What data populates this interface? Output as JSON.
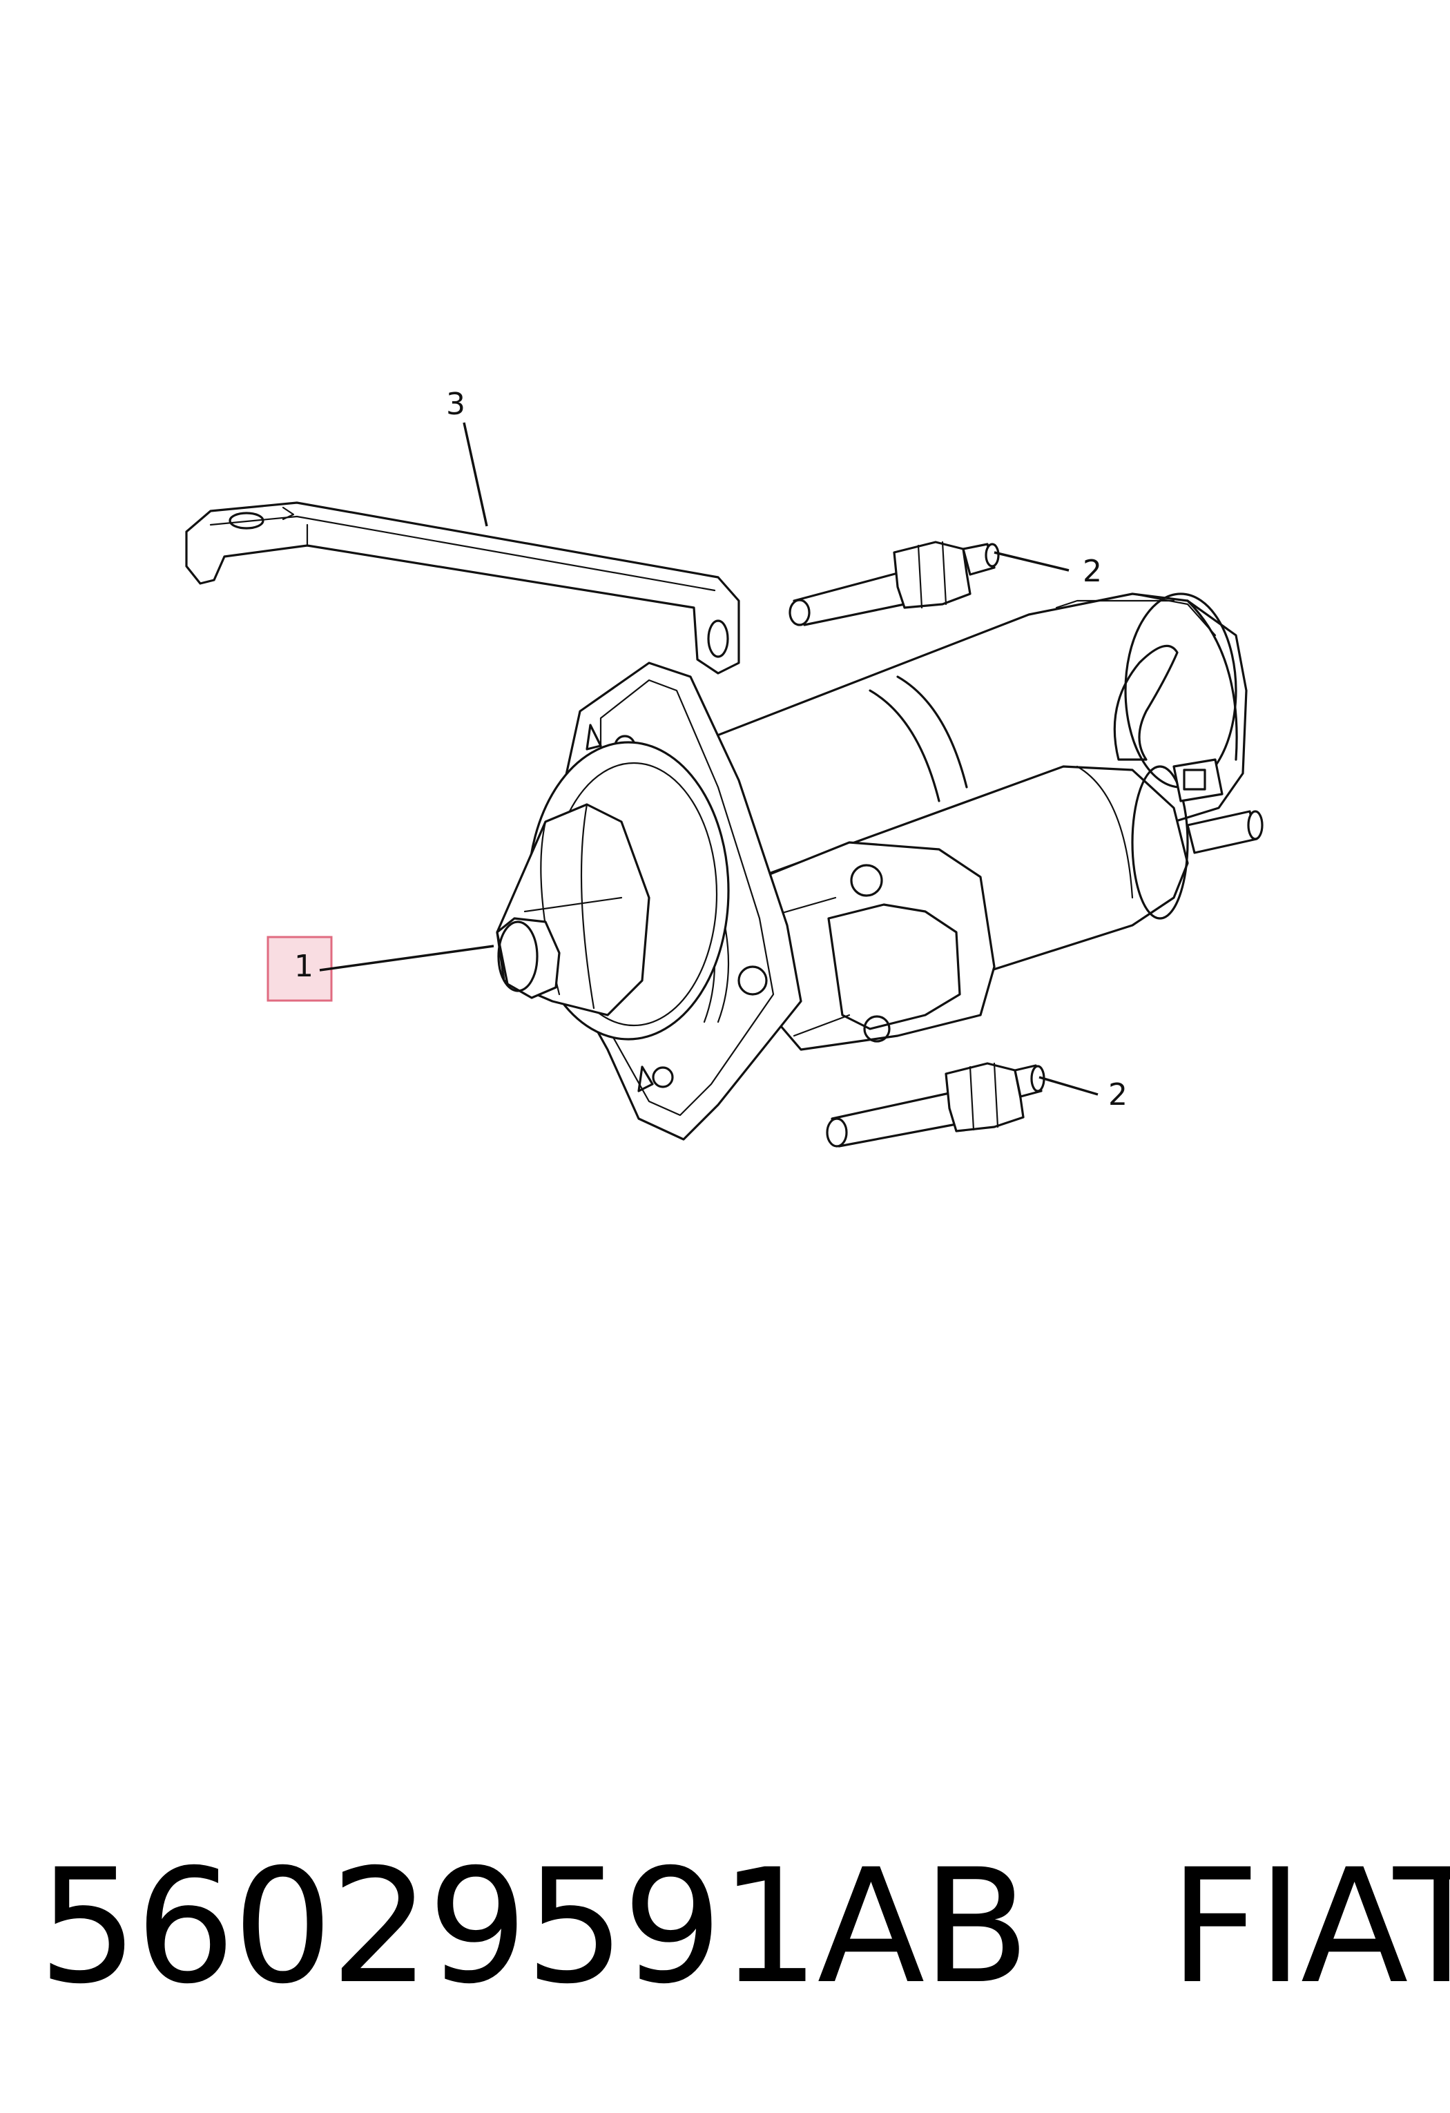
{
  "callouts": {
    "starter": "1",
    "bolt_upper": "2",
    "bolt_lower": "2",
    "bracket": "3"
  },
  "caption": {
    "part_number": "56029591AB",
    "brand": "FIAT"
  },
  "colors": {
    "highlight_fill": "#f9dde2",
    "highlight_stroke": "#e06b80",
    "line": "#111111"
  }
}
